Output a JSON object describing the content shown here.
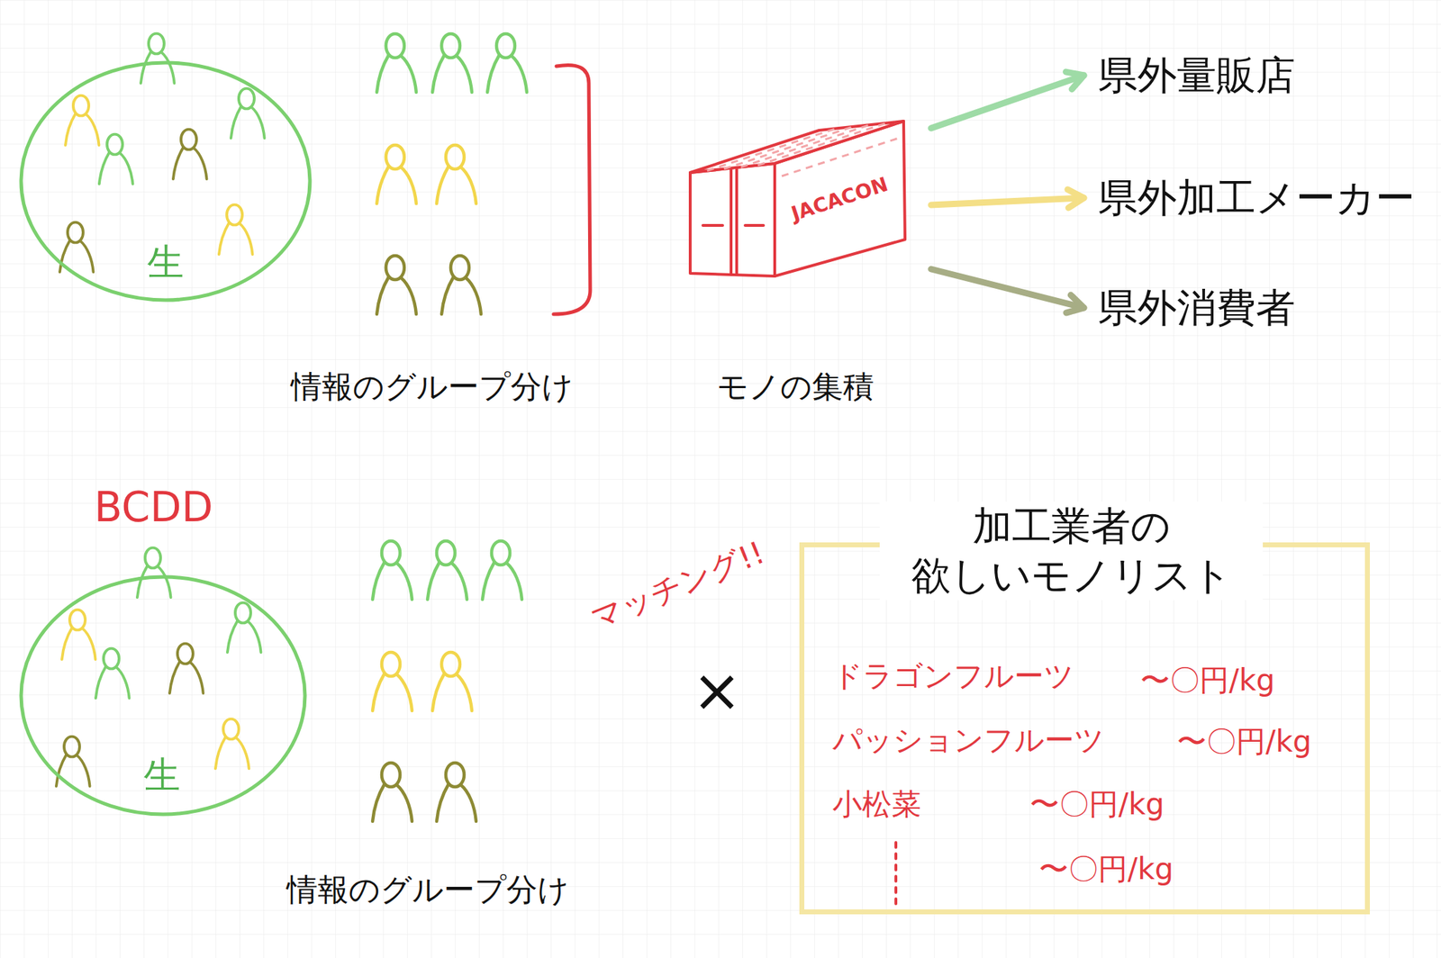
{
  "diagram": {
    "nodes": [
      {
        "text": [
          "生"
        ]
      },
      {
        "text": [
          "JACACON"
        ]
      },
      {
        "text": [
          "県外量販店"
        ]
      },
      {
        "text": [
          "県外加工メーカー"
        ]
      },
      {
        "text": [
          "県外消費者"
        ]
      },
      {
        "text": [
          "生"
        ]
      },
      {
        "text": [
          "加工業者の 欲しいモノリスト",
          "ドラゴンフルーツ",
          "〜〇円/kg",
          "パッションフルーツ",
          "〜〇円/kg",
          "小松菜",
          "〜〇円/kg",
          "〜〇円/kg"
        ]
      }
    ],
    "edges": [
      {
        "from": 1,
        "to": 2,
        "arrow": "to"
      },
      {
        "from": 1,
        "to": 3,
        "arrow": "to"
      },
      {
        "from": 1,
        "to": 4,
        "arrow": "to"
      }
    ],
    "labels": [
      "情報のグループ分け",
      "モノの集積",
      "BCDD",
      "情報のグループ分け",
      "マッチング!!",
      "×"
    ]
  }
}
